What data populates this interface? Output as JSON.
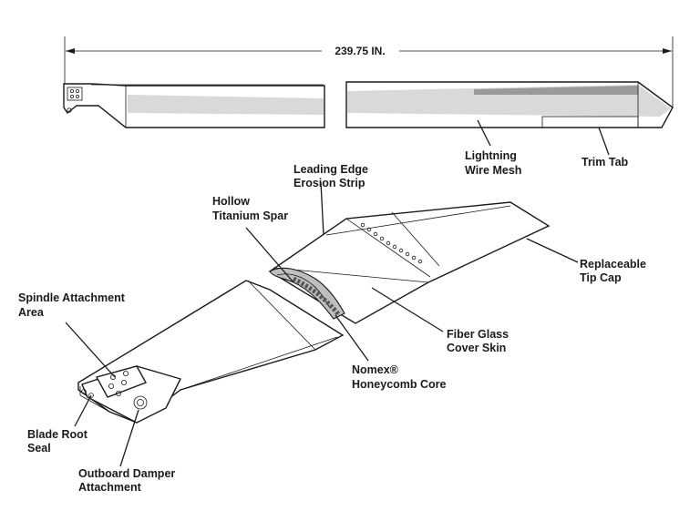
{
  "dimension": {
    "length": "239.75 IN."
  },
  "labels": {
    "lightning": [
      "Lightning",
      "Wire Mesh"
    ],
    "trim_tab": "Trim Tab",
    "leading_edge": [
      "Leading Edge",
      "Erosion Strip"
    ],
    "hollow_spar": [
      "Hollow",
      "Titanium Spar"
    ],
    "tip_cap": [
      "Replaceable",
      "Tip Cap"
    ],
    "spindle": [
      "Spindle Attachment",
      "Area"
    ],
    "fiber_glass": [
      "Fiber Glass",
      "Cover Skin"
    ],
    "nomex": [
      "Nomex®",
      "Honeycomb Core"
    ],
    "root_seal": [
      "Blade Root",
      "Seal"
    ],
    "damper": [
      "Outboard Damper",
      "Attachment"
    ]
  }
}
